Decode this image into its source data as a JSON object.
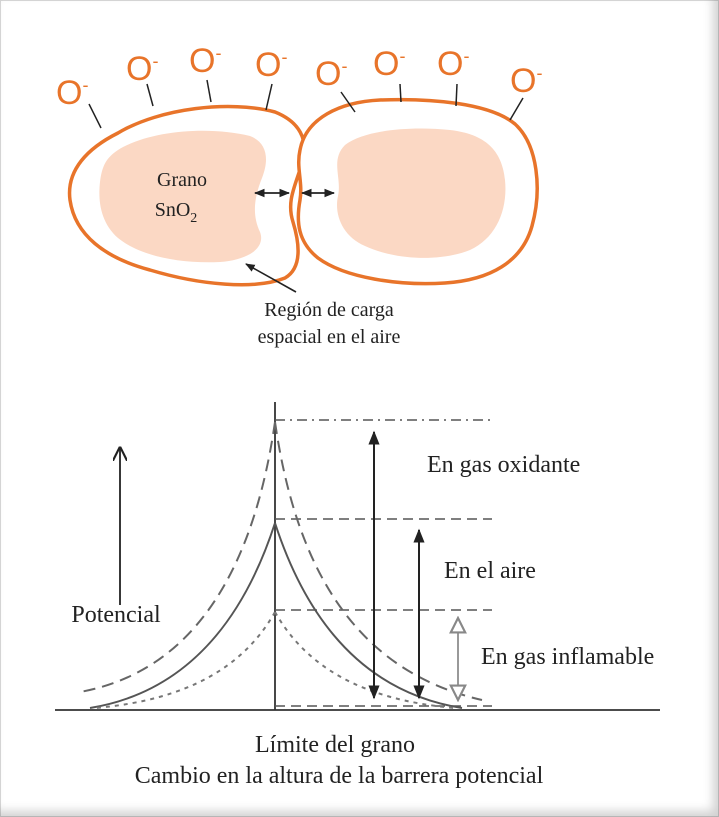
{
  "grain": {
    "label_line1": "Grano",
    "label_line2_base": "SnO",
    "label_line2_sub": "2"
  },
  "oxygen_ion": {
    "symbol": "O",
    "charge": "-",
    "count": 8
  },
  "space_charge_label": {
    "line1": "Región de carga",
    "line2": "espacial en el aire"
  },
  "potential_plot": {
    "ylabel": "Potencial",
    "levels": [
      {
        "label": "En gas oxidante"
      },
      {
        "label": "En el aire"
      },
      {
        "label": "En gas inflamable"
      }
    ],
    "xlabel": "Límite del grano",
    "caption": "Cambio en la altura de la barrera potencial"
  },
  "colors": {
    "grain_outline": "#e8742a",
    "grain_core": "#fbd8c4",
    "ion_text": "#e8742a",
    "line": "#333333"
  }
}
